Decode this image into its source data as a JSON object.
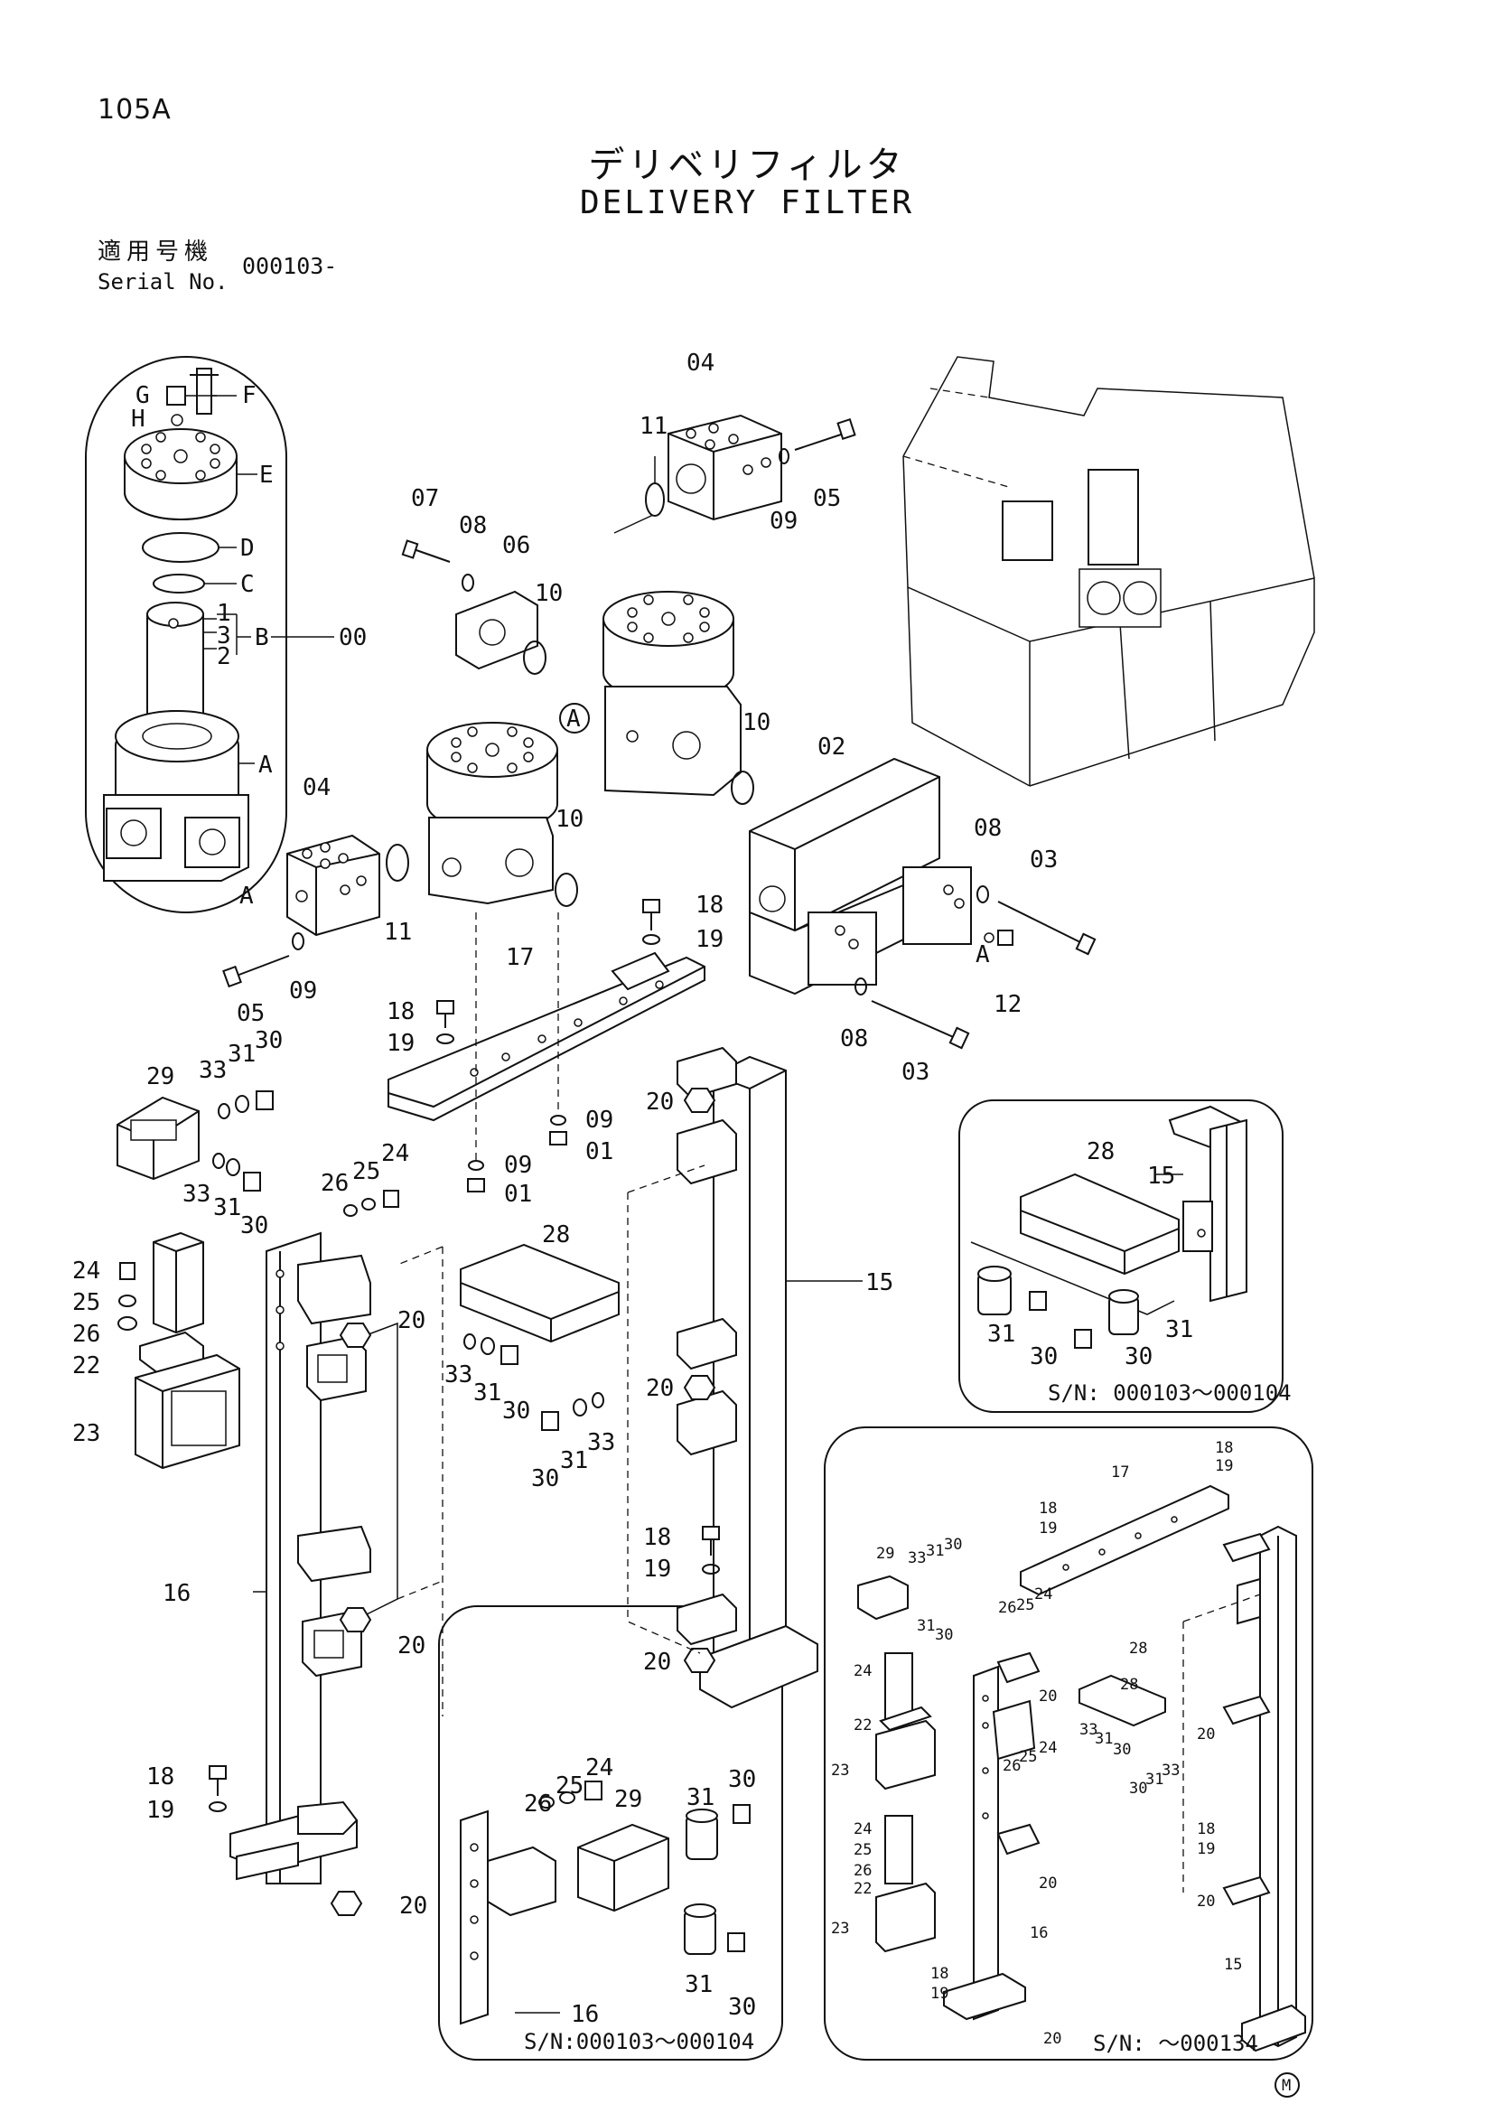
{
  "header": {
    "page_code": "105A",
    "title_jp": "デリベリフィルタ",
    "title_en": "DELIVERY FILTER",
    "serial_label_jp": "適用号機",
    "serial_label_en": "Serial No.",
    "serial_value": "000103-"
  },
  "callouts": {
    "detail_a": [
      "G",
      "F",
      "H",
      "E",
      "D",
      "C",
      "1",
      "3",
      "B",
      "2",
      "00",
      "A",
      "A"
    ],
    "main": [
      "04",
      "11",
      "05",
      "09",
      "07",
      "08",
      "06",
      "10",
      "10",
      "A",
      "02",
      "04",
      "10",
      "11",
      "09",
      "05",
      "08",
      "03",
      "A",
      "12",
      "18",
      "19",
      "17",
      "18",
      "19",
      "08",
      "03",
      "29",
      "33",
      "31",
      "30",
      "09",
      "01",
      "09",
      "01",
      "20",
      "33",
      "31",
      "30",
      "26",
      "25",
      "24",
      "28",
      "24",
      "25",
      "26",
      "22",
      "20",
      "15",
      "23",
      "33",
      "31",
      "30",
      "20",
      "30",
      "31",
      "33",
      "18",
      "19",
      "16",
      "20",
      "20",
      "18",
      "19",
      "20"
    ],
    "inset_top_right": [
      "28",
      "15",
      "31",
      "30",
      "30",
      "31"
    ],
    "inset_bottom_middle": [
      "24",
      "25",
      "26",
      "29",
      "31",
      "30",
      "16",
      "31",
      "30"
    ],
    "inset_bottom_right": [
      "18",
      "19",
      "17",
      "18",
      "19",
      "29",
      "33",
      "31",
      "30",
      "24",
      "25",
      "28",
      "31",
      "30",
      "20",
      "26",
      "22",
      "24",
      "28",
      "20",
      "33",
      "31",
      "30",
      "30",
      "31",
      "33",
      "23",
      "26",
      "25",
      "24",
      "20",
      "24",
      "25",
      "26",
      "22",
      "18",
      "19",
      "20",
      "23",
      "16",
      "15",
      "18",
      "19",
      "20"
    ]
  },
  "inset_serials": {
    "top_right": "S/N: 000103～000104",
    "bottom_middle": "S/N:000103～000104",
    "bottom_right": "S/N: ～000134"
  },
  "footer_mark": "M"
}
